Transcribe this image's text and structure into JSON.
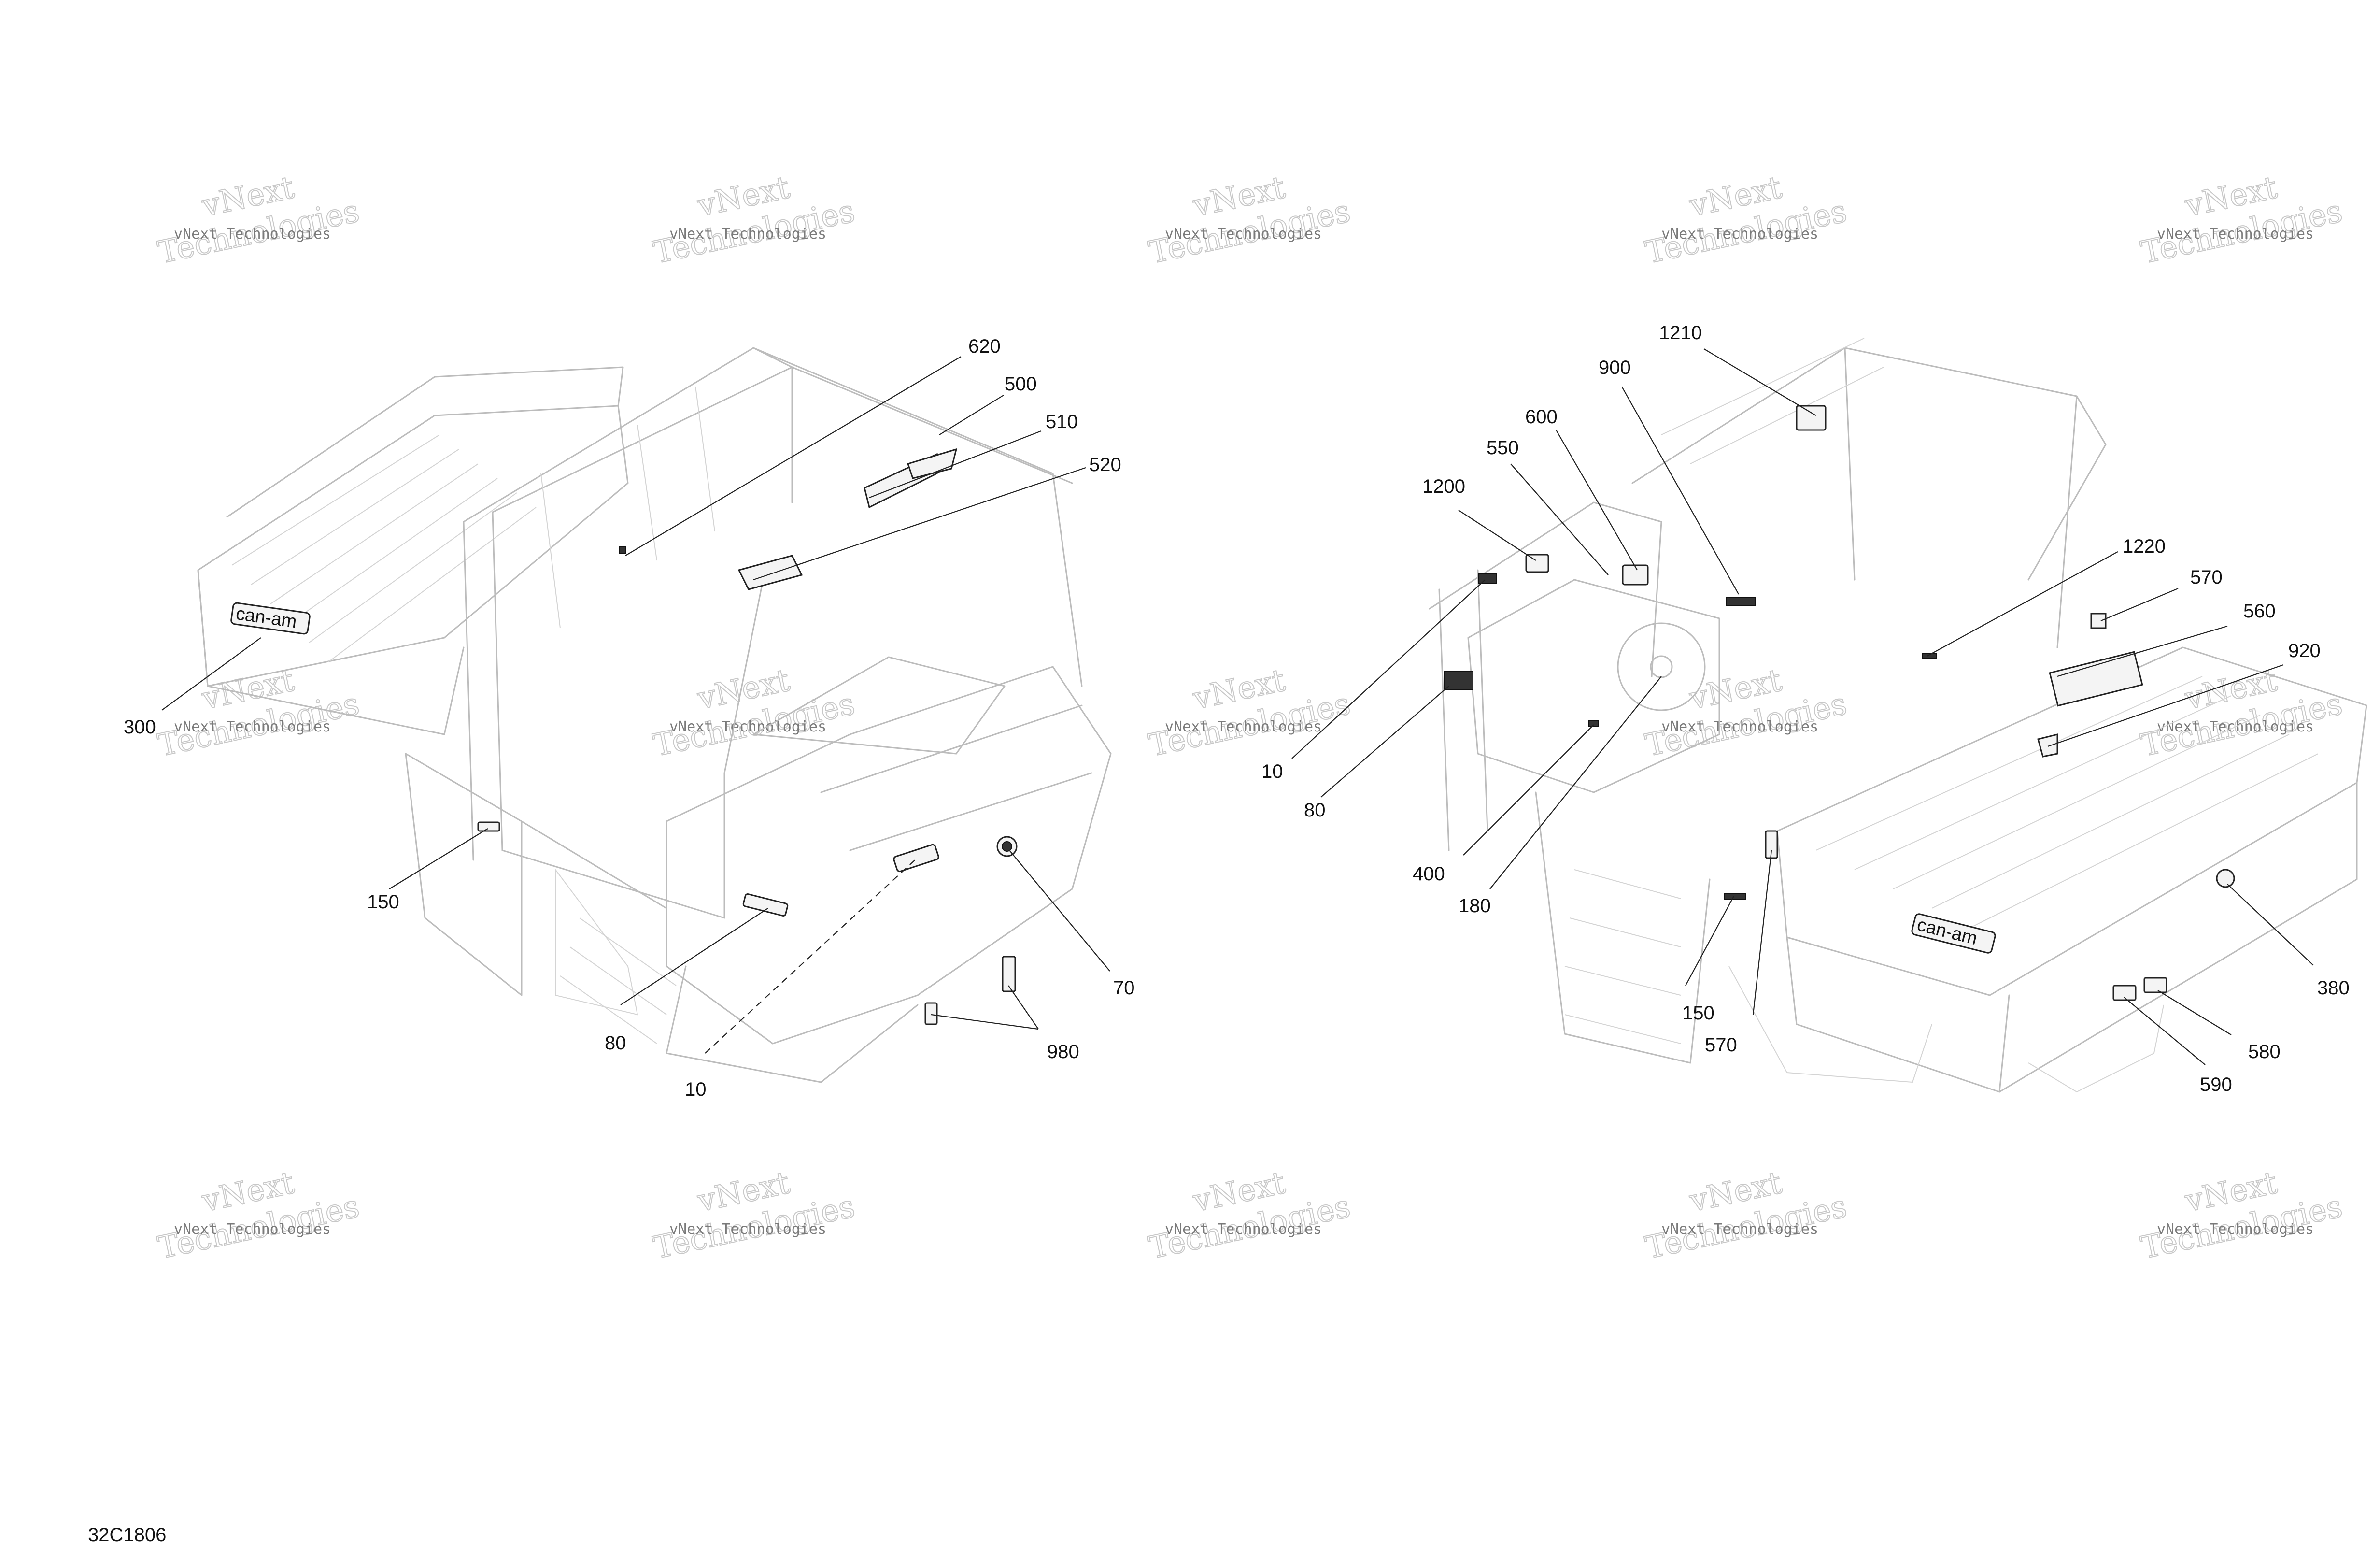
{
  "watermark": {
    "line1": "vNext Technologies",
    "line2": "vNext",
    "line3": "Technologies"
  },
  "reference_code": "32C1806",
  "left_view": {
    "callouts": [
      "620",
      "500",
      "510",
      "520",
      "300",
      "150",
      "80",
      "10",
      "70",
      "980"
    ]
  },
  "right_view": {
    "callouts": [
      "1210",
      "900",
      "600",
      "550",
      "1200",
      "1220",
      "570",
      "560",
      "920",
      "10",
      "80",
      "400",
      "180",
      "150",
      "570",
      "380",
      "580",
      "590"
    ]
  },
  "decal_texts": {
    "brand": "can-am"
  },
  "colors": {
    "line": "#222222",
    "ghost_outline": "#bcbcbc",
    "watermark": "#7a7a7a"
  }
}
